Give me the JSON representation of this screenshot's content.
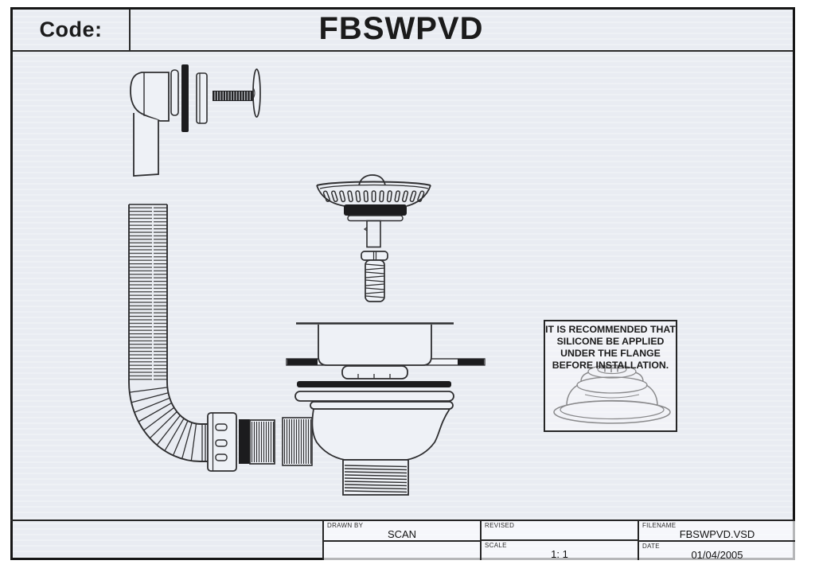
{
  "header": {
    "code_label": "Code:",
    "product_code": "FBSWPVD"
  },
  "note": {
    "lines": [
      "IT IS RECOMMENDED THAT",
      "SILICONE BE APPLIED",
      "UNDER THE FLANGE",
      "BEFORE INSTALLATION."
    ]
  },
  "title_block": {
    "drawn_by_label": "DRAWN BY",
    "drawn_by_value": "SCAN",
    "revised_label": "REVISED",
    "revised_value": "",
    "scale_label": "SCALE",
    "scale_value": "1: 1",
    "filename_label": "FILENAME",
    "filename_value": "FBSWPVD.VSD",
    "date_label": "DATE",
    "date_value": "01/04/2005"
  },
  "drawing": {
    "type": "exploded technical line drawing of sink basket strainer waste with flexible overflow",
    "parts": [
      "overflow-elbow",
      "overflow-washer",
      "overflow-gasket",
      "overflow-backnut",
      "overflow-screw",
      "overflow-faceplate",
      "basket-strainer-plug",
      "strainer-fixing-screw",
      "waste-flange",
      "rubber-washer",
      "friction-washer",
      "waste-body",
      "flexible-overflow-hose",
      "hose-nut",
      "hose-seal",
      "hose-connector",
      "flange-underside-view"
    ]
  },
  "colors": {
    "paper": "#e9ecf2",
    "line": "#2e2e30",
    "dark_fill": "#1c1c1e",
    "frame": "#161616",
    "cell_bg": "#fbfcff"
  }
}
